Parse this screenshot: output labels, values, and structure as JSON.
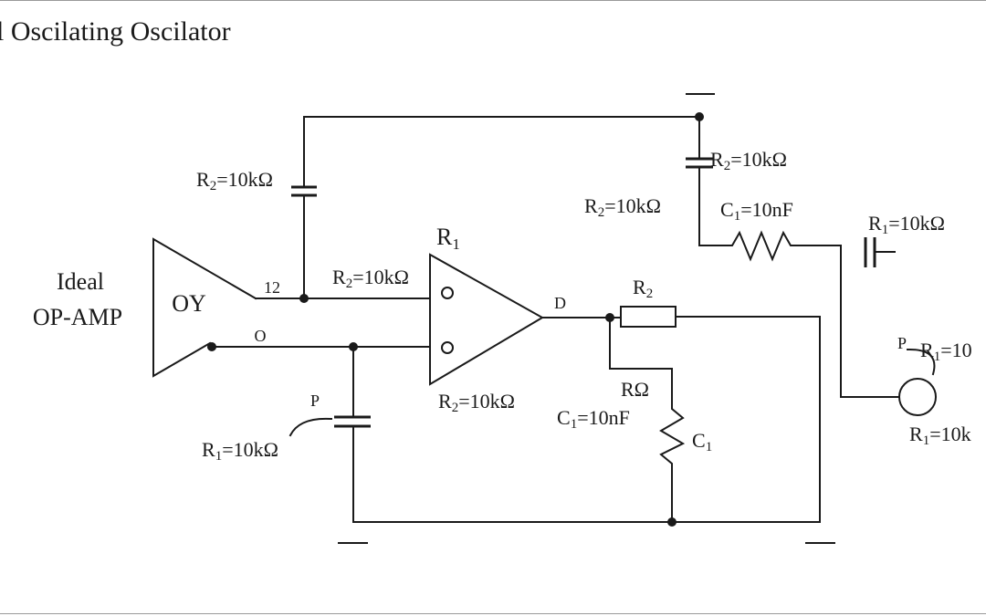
{
  "title": "l Oscilating Oscilator",
  "labels": {
    "ideal": "Ideal",
    "op_amp": "OP-AMP",
    "oy": "OY",
    "pin_12": "12",
    "pin_o": "O",
    "r1_top": "R1",
    "d": "D",
    "r2": "R2",
    "r_ohm": "RΩ",
    "c1": "C1",
    "p_left": "P",
    "p_right": "P"
  },
  "components": {
    "r2_top_cap": "R2=10kΩ",
    "r2_left_cap": "R2=10kΩ",
    "r2_right_mid": "R2=10kΩ",
    "r2_input": "R2=10kΩ",
    "r2_below_amp": "R2=10kΩ",
    "c1_top": "C1=10nF",
    "c1_mid": "C1=10nF",
    "r1_right_cap": "R1=10kΩ",
    "r1_left": "R1=10kΩ",
    "r1_right_p": "R1=10",
    "r1_bottom_right": "R1=10k"
  }
}
